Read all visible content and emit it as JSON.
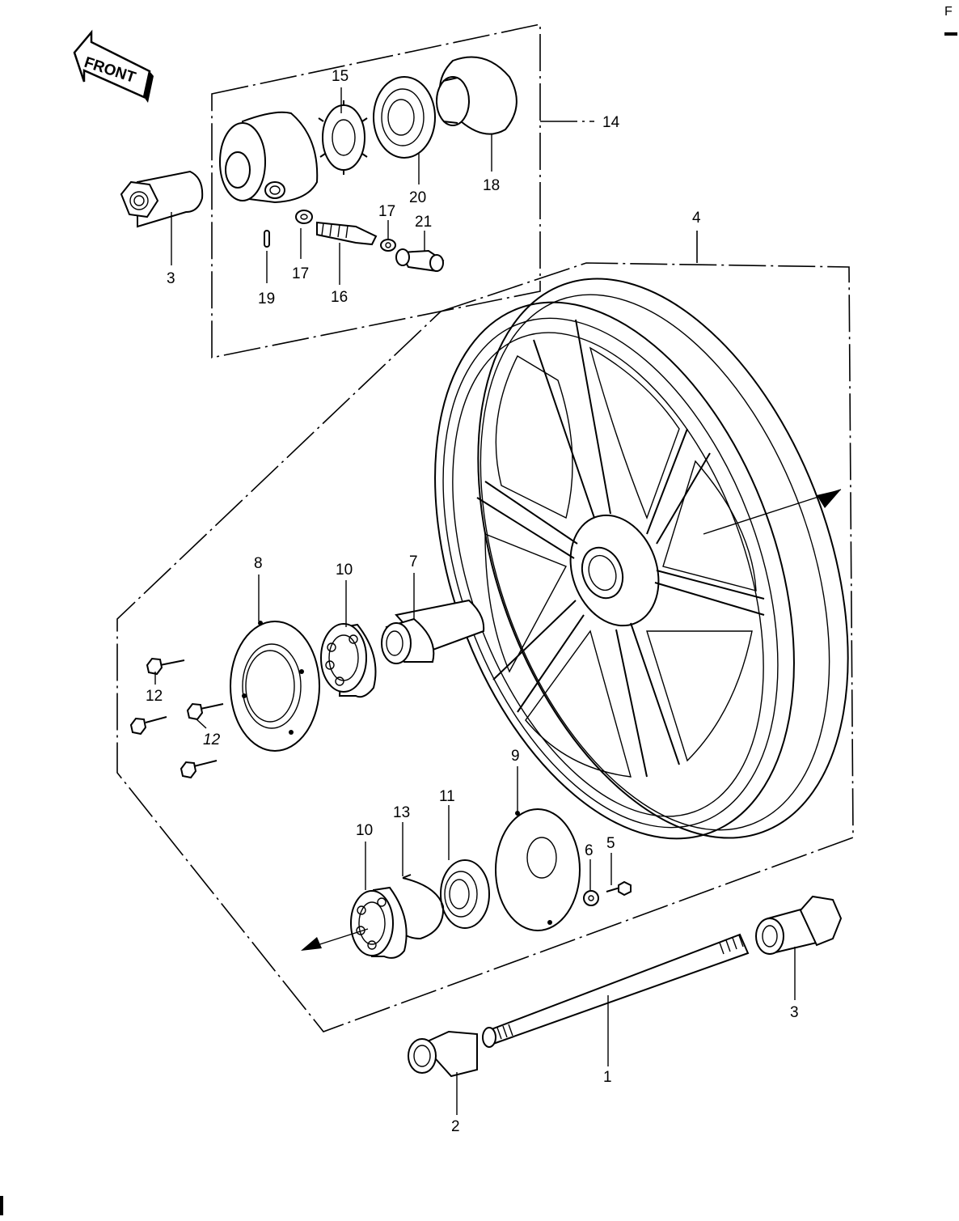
{
  "front_label": "FRONT",
  "corner_mark": "F",
  "callouts": {
    "c1": "1",
    "c2": "2",
    "c3a": "3",
    "c3b": "3",
    "c4": "4",
    "c5": "5",
    "c6": "6",
    "c7": "7",
    "c8": "8",
    "c9": "9",
    "c10a": "10",
    "c10b": "10",
    "c11": "11",
    "c12a": "12",
    "c12b": "12",
    "c13": "13",
    "c14": "14",
    "c15": "15",
    "c16": "16",
    "c17a": "17",
    "c17b": "17",
    "c18": "18",
    "c19": "19",
    "c20": "20",
    "c21": "21"
  }
}
